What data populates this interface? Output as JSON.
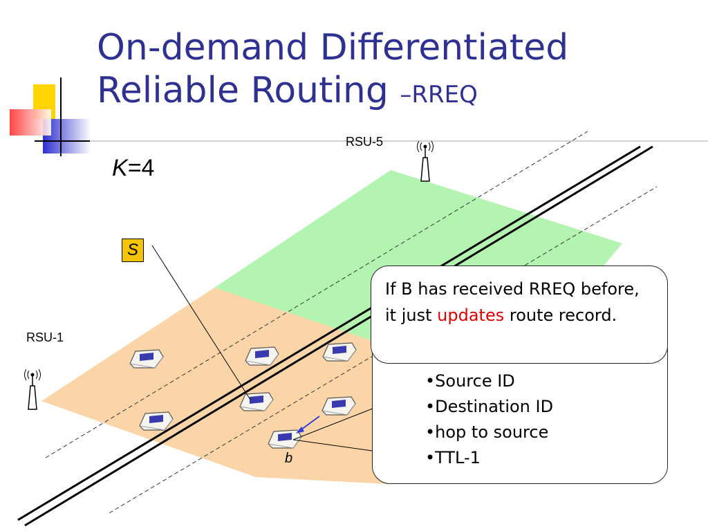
{
  "slide": {
    "title_line1": "On-demand Differentiated",
    "title_line2": "Reliable Routing",
    "title_suffix": "–RREQ",
    "k_var": "K",
    "k_value": "=4"
  },
  "nodes": {
    "rsu_top": "RSU-5",
    "rsu_left": "RSU-1",
    "source": "S",
    "vehicle_b": "b"
  },
  "callout_top": {
    "text_before": "If B has received RREQ before, it just ",
    "highlight": "updates",
    "text_after": " route record."
  },
  "callout_bottom": {
    "fields": [
      "•Source ID",
      "•Destination ID",
      "•hop to source",
      "•TTL-1"
    ]
  },
  "colors": {
    "title": "#2e3192",
    "highlight": "#e00000",
    "region_near": "#fbd5a8",
    "region_far": "#b3f5b0",
    "source_box": "#f5c400",
    "car_window": "#3a3ab0"
  }
}
